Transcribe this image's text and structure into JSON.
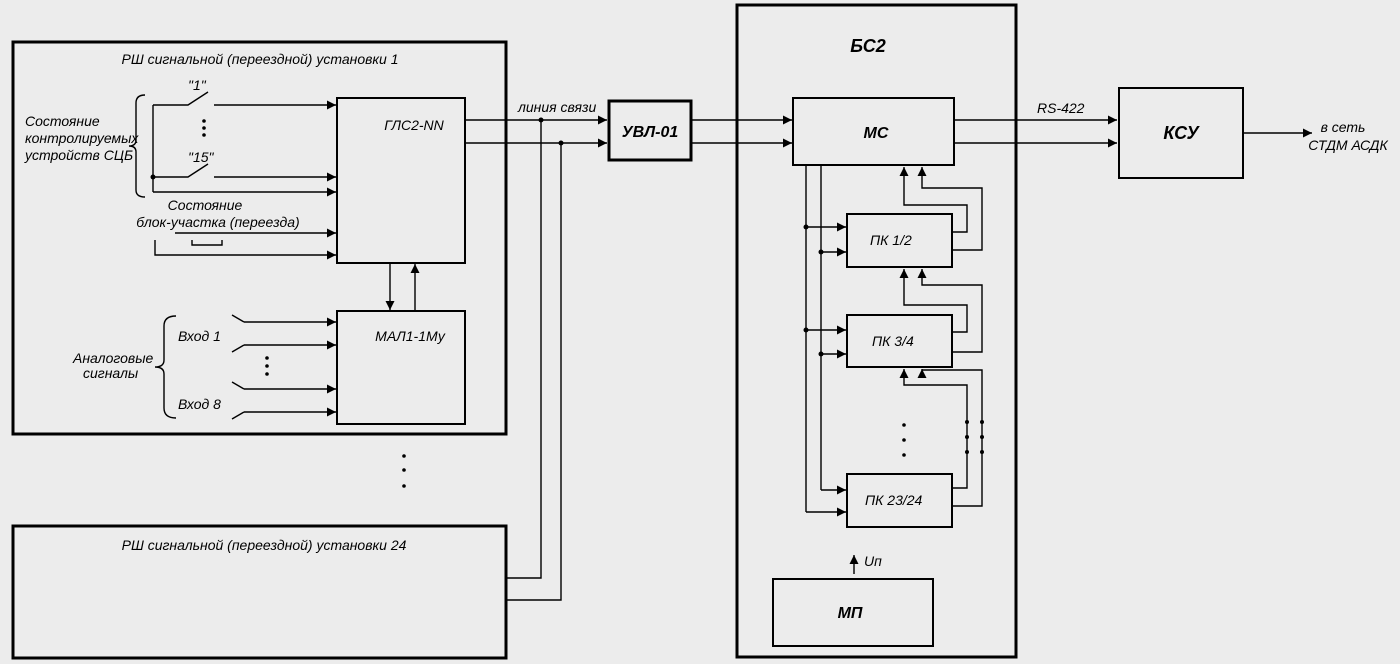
{
  "rsh1": {
    "title": "РШ сигнальной (переездной) установки 1",
    "state_label": [
      "Состояние",
      "контролируемых",
      "устройств СЦБ"
    ],
    "switch_first": "\"1\"",
    "switch_last": "\"15\"",
    "block_label": [
      "Состояние",
      "блок-участка (переезда)"
    ],
    "analog_label": [
      "Аналоговые",
      "сигналы"
    ],
    "input_first": "Вход 1",
    "input_last": "Вход 8",
    "gls": "ГЛС2-NN",
    "mal": "МАЛ1-1Му"
  },
  "rsh24": {
    "title": "РШ сигнальной (переездной) установки 24"
  },
  "line_label": "линия связи",
  "uvl": "УВЛ-01",
  "bs2": {
    "title": "БС2",
    "ms": "МС",
    "pk": [
      "ПК 1/2",
      "ПК 3/4",
      "ПК 23/24"
    ],
    "mp": "МП",
    "power": "Uп"
  },
  "rs422": "RS-422",
  "ksu": "КСУ",
  "network_label": [
    "в сеть",
    "СТДМ АСДК"
  ]
}
